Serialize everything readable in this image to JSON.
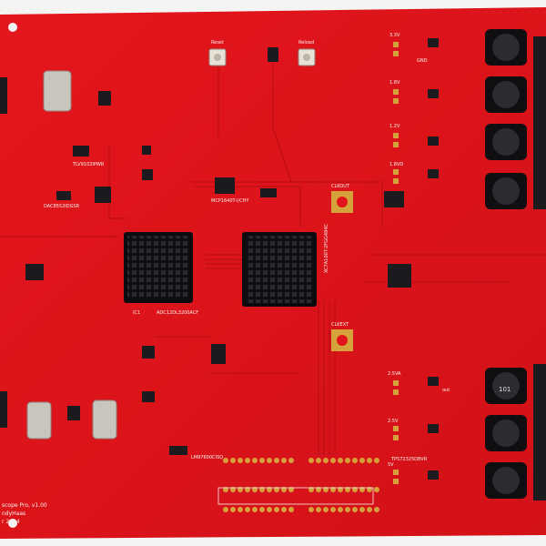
{
  "colors": {
    "background": "#f4f4f2",
    "pcb": "#e0141b",
    "pcb_dark": "#c50f15",
    "silkscreen": "#f6f1ea",
    "chip": "#1b1b1f",
    "heatsink": "#101014",
    "gold": "#d6a23c",
    "crystal": "#c9c5bd"
  },
  "labels": {
    "reset1": "Reset",
    "reset2": "Reload",
    "clkout": "CLKOUT",
    "clkext": "CLKEXT",
    "adc_part": "ADC12DL3200ACF",
    "fpga_part": "XC7A100T-2FGG484C",
    "ic1": "IC1",
    "v33": "3.3V",
    "v18": "1.8V",
    "v25": "2.5V",
    "v12": "1.2V",
    "v18b": "1.8VD",
    "v5": "5V",
    "v25n": "2.5VA",
    "gnd": "GND",
    "out": "out",
    "r101": "101",
    "footer_line1": "scope Pro, v1.00",
    "footer_line2": "ndyHaas",
    "footer_line3": "r 2024",
    "tlv": "TLV9102IPWR",
    "dac": "DAC8552IDGSR",
    "mcp": "MCP1640T-I/CHY",
    "tps": "TPS72325DBVR",
    "lm": "LM97600CISQ"
  }
}
